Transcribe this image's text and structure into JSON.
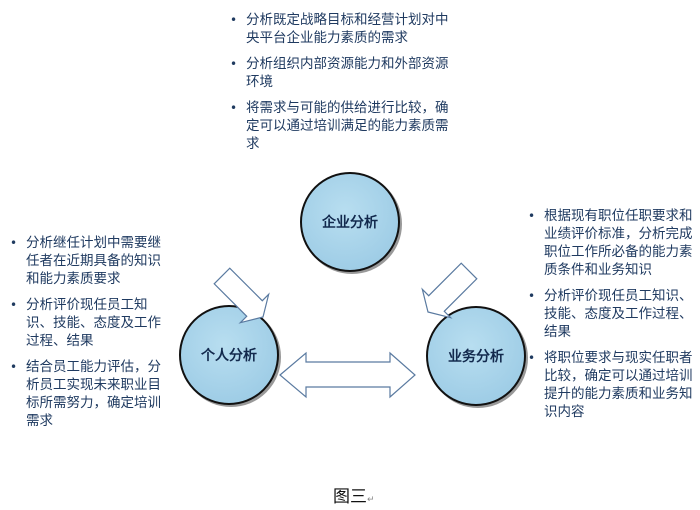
{
  "circles": {
    "enterprise": "企业分析",
    "individual": "个人分析",
    "business": "业务分析"
  },
  "top_block": [
    "分析既定战略目标和经营计划对中央平台企业能力素质的需求",
    "分析组织内部资源能力和外部资源环境",
    "将需求与可能的供给进行比较，确定可以通过培训满足的能力素质需求"
  ],
  "left_block": [
    "分析继任计划中需要继任者在近期具备的知识和能力素质要求",
    "分析评价现任员工知识、技能、态度及工作过程、结果",
    "结合员工能力评估，分析员工实现未来职业目标所需努力，确定培训需求"
  ],
  "right_block": [
    "根据现有职位任职要求和业绩评价标准，分析完成职位工作所必备的能力素质条件和业务知识",
    "分析评价现任员工知识、技能、态度及工作过程、结果",
    "将职位要求与现实任职者比较，确定可以通过培训提升的能力素质和业务知识内容"
  ],
  "bullet": "•",
  "caption": "图三",
  "caption_mark": "↵",
  "colors": {
    "circle_fill": "#a9d4ea",
    "text": "#1f3a60",
    "arrow_stroke": "#5a7aa0"
  }
}
